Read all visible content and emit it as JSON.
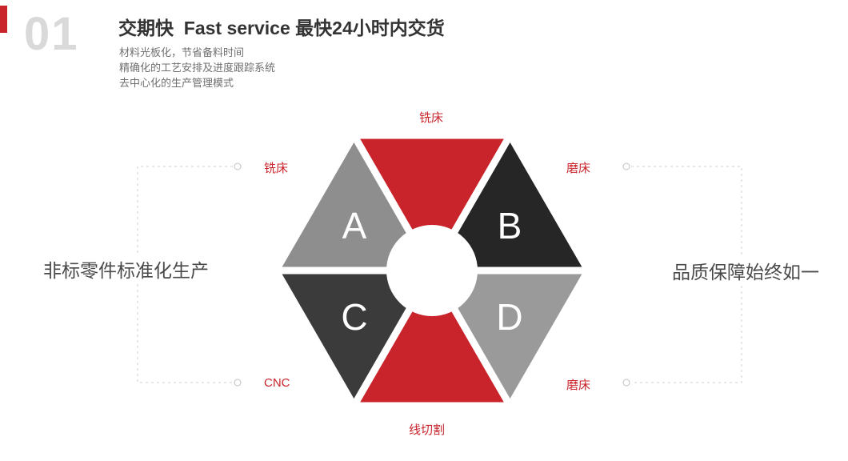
{
  "colors": {
    "accent_red": "#c9242b",
    "triangle_gray": "#8e8e8e",
    "triangle_gray_light": "#9a9a9a",
    "triangle_black": "#262626",
    "triangle_dark": "#3b3b3b"
  },
  "header": {
    "number": "01",
    "title": "交期快  Fast service 最快24小时内交货",
    "bullets": [
      "材料光板化，节省备料时间",
      "精确化的工艺安排及进度跟踪系统",
      "去中心化的生产管理模式"
    ]
  },
  "diagram": {
    "segments": {
      "top": {
        "color": "#c9242b"
      },
      "upper_left": {
        "color": "#8e8e8e",
        "letter": "A"
      },
      "upper_right": {
        "color": "#262626",
        "letter": "B"
      },
      "lower_left": {
        "color": "#3b3b3b",
        "letter": "C"
      },
      "lower_right": {
        "color": "#9a9a9a",
        "letter": "D"
      },
      "bottom": {
        "color": "#c9242b"
      }
    },
    "labels": {
      "top": "铣床",
      "upper_left": "铣床",
      "upper_right": "磨床",
      "lower_left": "CNC",
      "lower_right": "磨床",
      "bottom": "线切割"
    }
  },
  "captions": {
    "left": "非标零件标准化生产",
    "right": "品质保障始终如一"
  }
}
